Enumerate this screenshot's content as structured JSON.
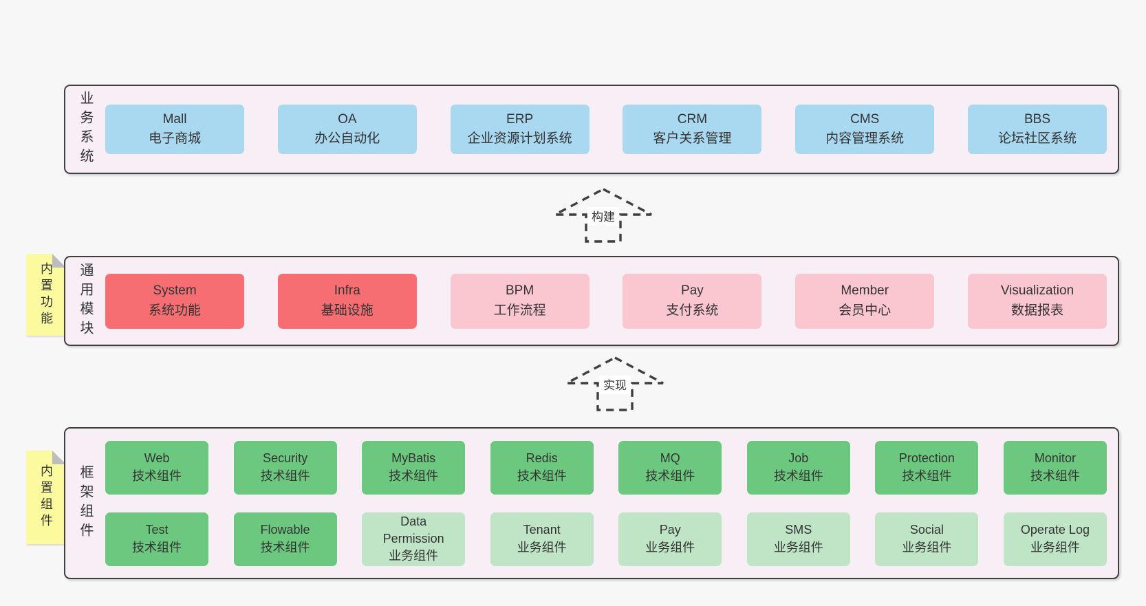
{
  "colors": {
    "bg": "#f7f7f7",
    "panel": "#f8eef6",
    "line": "#3f3f3f",
    "text": "#333333",
    "blue": "#a9d8f1",
    "red": "#f76e72",
    "pink": "#fac6d0",
    "green": "#6cc87e",
    "lightgreen": "#bfe5c6",
    "note": "#fbfa9e",
    "fold": "#bdbdbd",
    "labelbg": "#ffffff"
  },
  "business": {
    "label": "业务系统",
    "boxes": [
      {
        "en": "Mall",
        "zh": "电子商城",
        "variant": "v-blue"
      },
      {
        "en": "OA",
        "zh": "办公自动化",
        "variant": "v-blue"
      },
      {
        "en": "ERP",
        "zh": "企业资源计划系统",
        "variant": "v-blue"
      },
      {
        "en": "CRM",
        "zh": "客户关系管理",
        "variant": "v-blue"
      },
      {
        "en": "CMS",
        "zh": "内容管理系统",
        "variant": "v-blue"
      },
      {
        "en": "BBS",
        "zh": "论坛社区系统",
        "variant": "v-blue"
      }
    ]
  },
  "arrows": {
    "build": "构建",
    "implement": "实现"
  },
  "modules": {
    "label": "通用模块",
    "note": "内置功能",
    "boxes": [
      {
        "en": "System",
        "zh": "系统功能",
        "variant": "v-red"
      },
      {
        "en": "Infra",
        "zh": "基础设施",
        "variant": "v-red"
      },
      {
        "en": "BPM",
        "zh": "工作流程",
        "variant": "v-pink"
      },
      {
        "en": "Pay",
        "zh": "支付系统",
        "variant": "v-pink"
      },
      {
        "en": "Member",
        "zh": "会员中心",
        "variant": "v-pink"
      },
      {
        "en": "Visualization",
        "zh": "数据报表",
        "variant": "v-pink"
      }
    ]
  },
  "components": {
    "label": "框架组件",
    "note": "内置组件",
    "row1": [
      {
        "en": "Web",
        "zh": "技术组件",
        "variant": "v-green"
      },
      {
        "en": "Security",
        "zh": "技术组件",
        "variant": "v-green"
      },
      {
        "en": "MyBatis",
        "zh": "技术组件",
        "variant": "v-green"
      },
      {
        "en": "Redis",
        "zh": "技术组件",
        "variant": "v-green"
      },
      {
        "en": "MQ",
        "zh": "技术组件",
        "variant": "v-green"
      },
      {
        "en": "Job",
        "zh": "技术组件",
        "variant": "v-green"
      },
      {
        "en": "Protection",
        "zh": "技术组件",
        "variant": "v-green"
      },
      {
        "en": "Monitor",
        "zh": "技术组件",
        "variant": "v-green"
      }
    ],
    "row2": [
      {
        "en": "Test",
        "zh": "技术组件",
        "variant": "v-green"
      },
      {
        "en": "Flowable",
        "zh": "技术组件",
        "variant": "v-green"
      },
      {
        "en": "Data Permission",
        "zh": "业务组件",
        "variant": "v-lightgreen"
      },
      {
        "en": "Tenant",
        "zh": "业务组件",
        "variant": "v-lightgreen"
      },
      {
        "en": "Pay",
        "zh": "业务组件",
        "variant": "v-lightgreen"
      },
      {
        "en": "SMS",
        "zh": "业务组件",
        "variant": "v-lightgreen"
      },
      {
        "en": "Social",
        "zh": "业务组件",
        "variant": "v-lightgreen"
      },
      {
        "en": "Operate Log",
        "zh": "业务组件",
        "variant": "v-lightgreen"
      }
    ]
  }
}
